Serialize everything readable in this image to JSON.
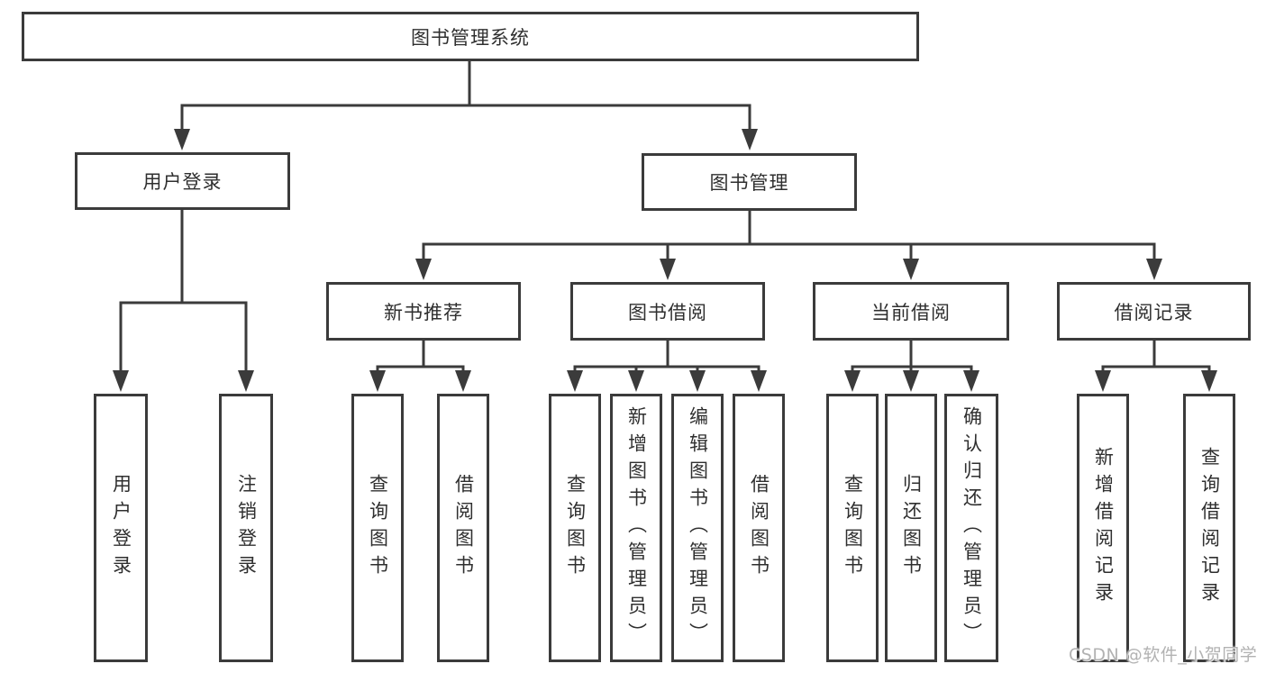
{
  "diagram": {
    "type": "hierarchy-tree",
    "watermark": "CSDN @软件_小贺同学",
    "colors": {
      "line": "#3b3b3b",
      "text": "#2f2f2f",
      "background": "#ffffff",
      "watermark": "#b2b2b2"
    },
    "tree": {
      "label": "图书管理系统",
      "children": [
        {
          "label": "用户登录",
          "children": [
            {
              "label": "用户登录"
            },
            {
              "label": "注销登录"
            }
          ]
        },
        {
          "label": "图书管理",
          "children": [
            {
              "label": "新书推荐",
              "children": [
                {
                  "label": "查询图书"
                },
                {
                  "label": "借阅图书"
                }
              ]
            },
            {
              "label": "图书借阅",
              "children": [
                {
                  "label": "查询图书"
                },
                {
                  "label": "新增图书（管理员）"
                },
                {
                  "label": "编辑图书（管理员）"
                },
                {
                  "label": "借阅图书"
                }
              ]
            },
            {
              "label": "当前借阅",
              "children": [
                {
                  "label": "查询图书"
                },
                {
                  "label": "归还图书"
                },
                {
                  "label": "确认归还（管理员）"
                }
              ]
            },
            {
              "label": "借阅记录",
              "children": [
                {
                  "label": "新增借阅记录"
                },
                {
                  "label": "查询借阅记录"
                }
              ]
            }
          ]
        }
      ]
    }
  }
}
